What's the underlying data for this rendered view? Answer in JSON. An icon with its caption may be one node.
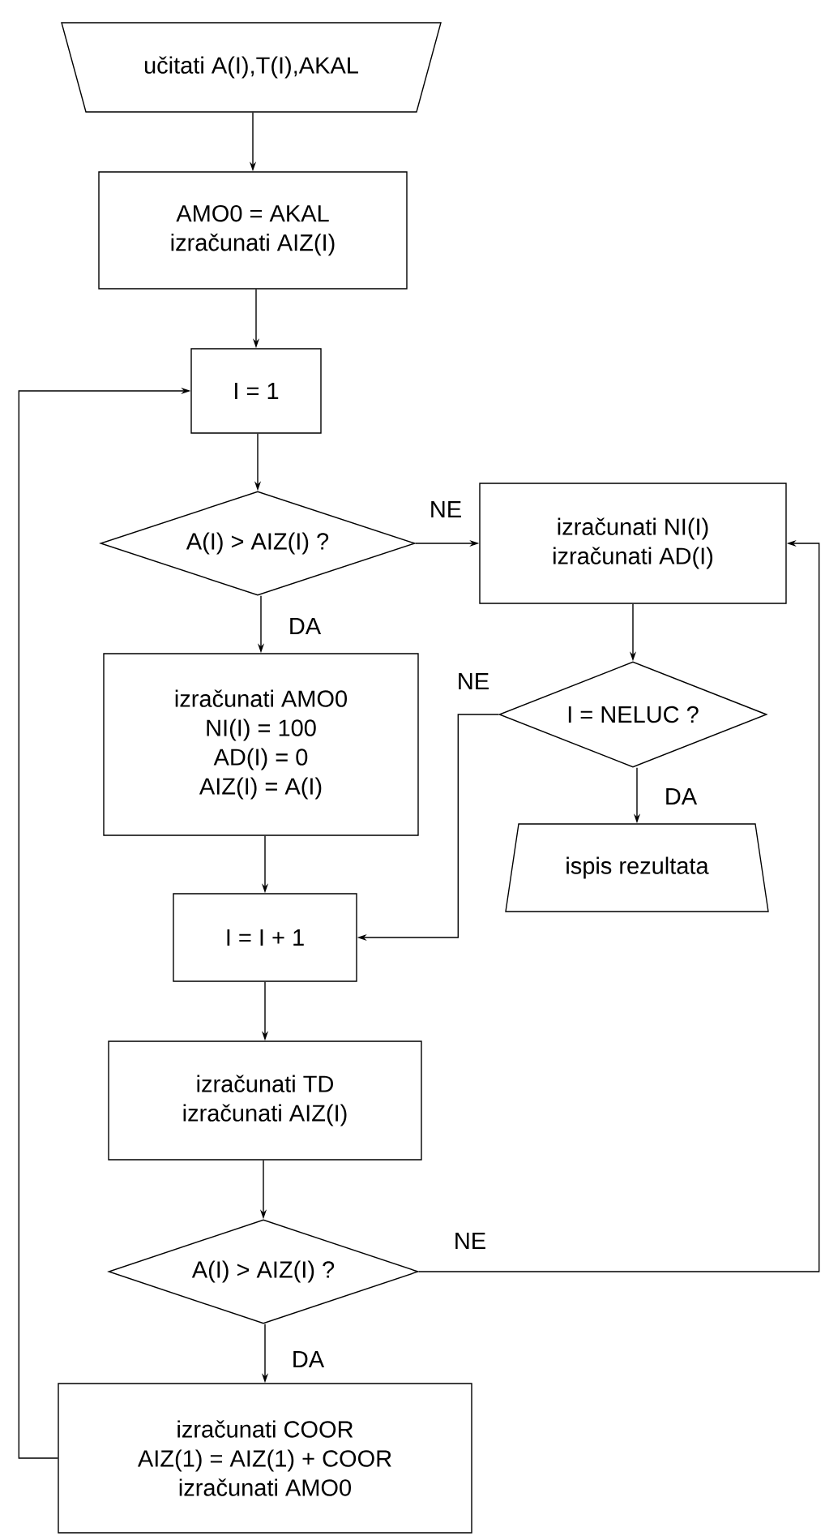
{
  "diagram": {
    "nodes": [
      {
        "text": [
          "učitati A(I),T(I),AKAL"
        ]
      },
      {
        "text": [
          "AMO0 = AKAL",
          "izračunati AIZ(I)"
        ]
      },
      {
        "text": [
          "I = 1"
        ]
      },
      {
        "text": [
          "A(I) > AIZ(I) ?"
        ]
      },
      {
        "text": [
          "izračunati NI(I)",
          "izračunati AD(I)"
        ]
      },
      {
        "text": [
          "izračunati AMO0",
          "NI(I) = 100",
          "AD(I) = 0",
          "AIZ(I) = A(I)"
        ]
      },
      {
        "text": [
          "I = NELUC ?"
        ]
      },
      {
        "text": [
          "ispis rezultata"
        ]
      },
      {
        "text": [
          "I = I + 1"
        ]
      },
      {
        "text": [
          "izračunati TD",
          "izračunati AIZ(I)"
        ]
      },
      {
        "text": [
          "A(I) > AIZ(I) ?"
        ]
      },
      {
        "text": [
          "izračunati COOR",
          "AIZ(1) = AIZ(1) + COOR",
          "izračunati AMO0"
        ]
      }
    ],
    "edges": [
      {
        "from": 0,
        "to": 1,
        "arrow": "to"
      },
      {
        "from": 1,
        "to": 2,
        "arrow": "to"
      },
      {
        "from": 2,
        "to": 3,
        "arrow": "to"
      },
      {
        "from": 3,
        "to": 4,
        "arrow": "to",
        "label": "NE"
      },
      {
        "from": 3,
        "to": 5,
        "arrow": "to",
        "label": "DA"
      },
      {
        "from": 4,
        "to": 6,
        "arrow": "to"
      },
      {
        "from": 6,
        "to": 8,
        "arrow": "to",
        "label": "NE"
      },
      {
        "from": 6,
        "to": 7,
        "arrow": "to",
        "label": "DA"
      },
      {
        "from": 5,
        "to": 8,
        "arrow": "to"
      },
      {
        "from": 8,
        "to": 9,
        "arrow": "to"
      },
      {
        "from": 9,
        "to": 10,
        "arrow": "to"
      },
      {
        "from": 10,
        "to": 4,
        "arrow": "to",
        "label": "NE"
      },
      {
        "from": 10,
        "to": 11,
        "arrow": "to",
        "label": "DA"
      },
      {
        "from": 11,
        "to": 2,
        "arrow": "to"
      }
    ]
  }
}
